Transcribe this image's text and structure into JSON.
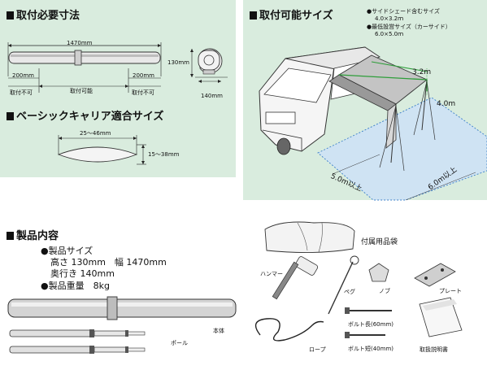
{
  "section_required_size": {
    "heading": "取付必要寸法",
    "total_length": "1470mm",
    "left_margin": "200mm",
    "right_margin": "200mm",
    "not_mountable_left": "取付不可",
    "mountable": "取付可能",
    "not_mountable_right": "取付不可",
    "height": "130mm",
    "depth": "140mm"
  },
  "section_carrier": {
    "heading": "ベーシックキャリア適合サイズ",
    "width_range": "25〜46mm",
    "height_range": "15〜38mm"
  },
  "section_mountable": {
    "heading": "取付可能サイズ",
    "note1": "●サイドシェード含むサイズ",
    "note1_value": "4.0×3.2ｍ",
    "note2": "●最低設営サイズ（カーサイド）",
    "note2_value": "6.0×5.0ｍ",
    "dim_top": "3.2m",
    "dim_side": "4.0m",
    "dim_front": "5.0m以上",
    "dim_right": "6.0m以上"
  },
  "section_contents": {
    "heading": "製品内容",
    "size_label": "●製品サイズ",
    "size_line1": "高さ 130mm　幅 1470mm",
    "size_line2": "奥行き 140mm",
    "weight_line": "●製品重量　8kg",
    "body_label": "本体",
    "pole_label": "ポール"
  },
  "accessories": {
    "bag_label": "付属用品袋",
    "hammer": "ハンマー",
    "peg": "ペグ",
    "knob": "ノブ",
    "plate": "プレート",
    "bolt_long": "ボルト長(60mm)",
    "bolt_short": "ボルト短(40mm)",
    "rope": "ロープ",
    "manual": "取扱説明書"
  }
}
